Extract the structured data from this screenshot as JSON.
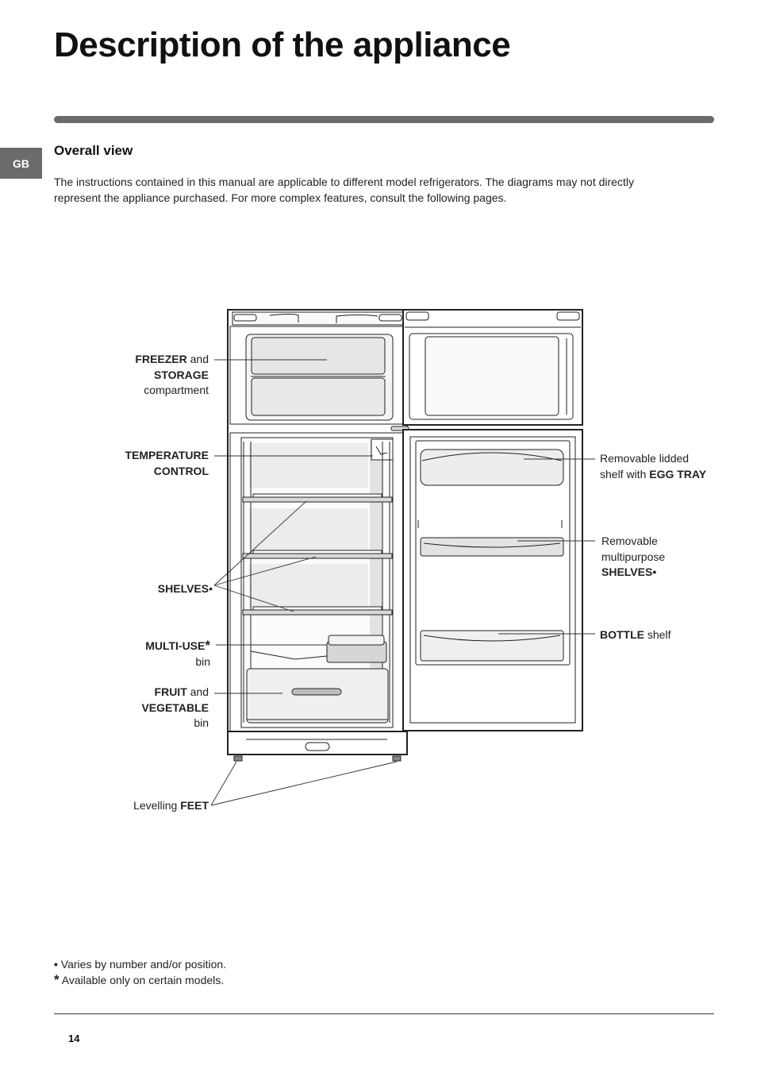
{
  "page": {
    "title": "Description of the appliance",
    "language_tab": "GB",
    "section_title": "Overall view",
    "intro_text": "The instructions contained in this manual are applicable to different model refrigerators. The diagrams may not directly represent the appliance purchased. For more complex features, consult the following pages.",
    "page_number": "14"
  },
  "labels": {
    "freezer": {
      "bold1": "FREEZER",
      "text1": " and",
      "bold2": "STORAGE",
      "text2": "compartment"
    },
    "temperature": {
      "bold1": "TEMPERATURE",
      "bold2": "CONTROL"
    },
    "shelves": {
      "bold1": "SHELVES",
      "mark": "•"
    },
    "multiuse": {
      "bold1": "MULTI-USE",
      "mark": "*",
      "text1": "bin"
    },
    "fruit": {
      "bold1": "FRUIT",
      "text1": " and",
      "bold2": "VEGETABLE",
      "text2": "bin"
    },
    "feet": {
      "text1": "Levelling ",
      "bold1": "FEET"
    },
    "egg_tray": {
      "text1": "Removable lidded",
      "text2": "shelf with ",
      "bold1": "EGG TRAY"
    },
    "door_shelves": {
      "text1": "Removable",
      "text2": "multipurpose",
      "bold1": "SHELVES",
      "mark": "•"
    },
    "bottle": {
      "bold1": "BOTTLE",
      "text1": " shelf"
    }
  },
  "footnotes": [
    {
      "symbol": "•",
      "text": " Varies by number and/or position."
    },
    {
      "symbol": "*",
      "text": " Available only on certain models."
    }
  ]
}
